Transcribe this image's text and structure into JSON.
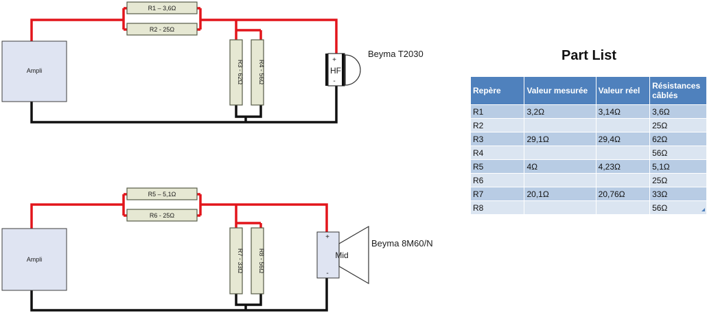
{
  "circuit_hf": {
    "amp_label": "Ampli",
    "r1_label": "R1 – 3,6Ω",
    "r2_label": "R2 - 25Ω",
    "r3_label": "R3 - 62Ω",
    "r4_label": "R4 - 56Ω",
    "driver_plus": "+",
    "driver_minus": "-",
    "driver_label": "HF",
    "speaker_model": "Beyma T2030"
  },
  "circuit_mid": {
    "amp_label": "Ampli",
    "r5_label": "R5 – 5,1Ω",
    "r6_label": "R6 - 25Ω",
    "r7_label": "R7 - 33Ω",
    "r8_label": "R8 - 56Ω",
    "driver_plus": "+",
    "driver_minus": "-",
    "driver_label": "Mid",
    "speaker_model": "Beyma 8M60/N"
  },
  "colors": {
    "positive_wire": "#e2151b",
    "negative_wire": "#111111",
    "resistor_fill": "#e6e8d3",
    "amp_fill": "#dfe4f2",
    "table_header": "#4f81bd"
  },
  "part_list": {
    "title": "Part List",
    "headers": [
      "Repère",
      "Valeur mesurée",
      "Valeur réel",
      "Résistances câblés"
    ],
    "rows": [
      [
        "R1",
        "3,2Ω",
        "3,14Ω",
        "3,6Ω"
      ],
      [
        "R2",
        "",
        "",
        "25Ω"
      ],
      [
        "R3",
        "29,1Ω",
        "29,4Ω",
        "62Ω"
      ],
      [
        "R4",
        "",
        "",
        "56Ω"
      ],
      [
        "R5",
        "4Ω",
        "4,23Ω",
        "5,1Ω"
      ],
      [
        "R6",
        "",
        "",
        "25Ω"
      ],
      [
        "R7",
        "20,1Ω",
        "20,76Ω",
        "33Ω"
      ],
      [
        "R8",
        "",
        "",
        "56Ω"
      ]
    ]
  }
}
